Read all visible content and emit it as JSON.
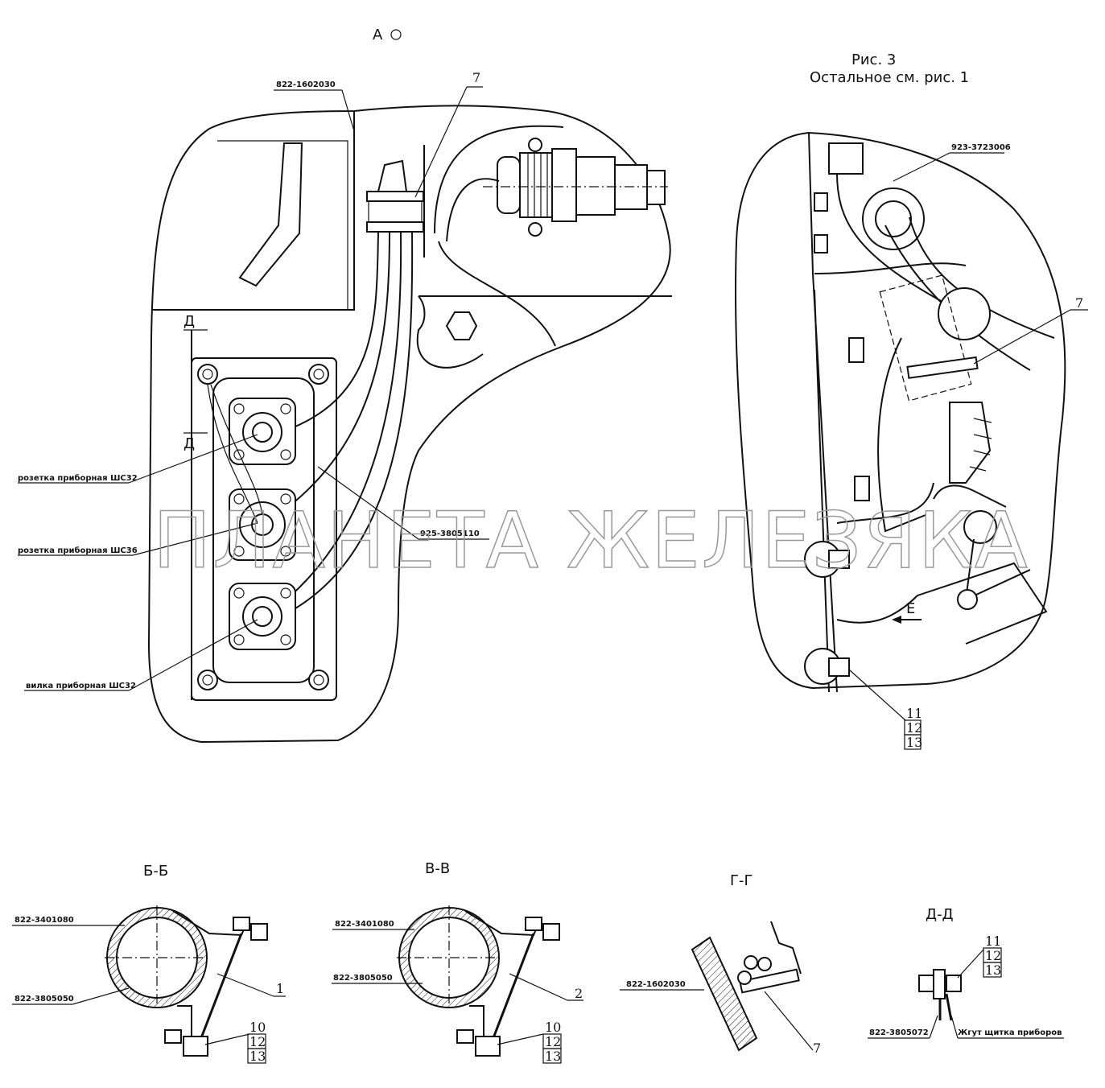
{
  "views": {
    "view_a": "А",
    "figure_caption": "Рис. 3",
    "figure_note": "Остальное см. рис. 1",
    "section_b": "Б-Б",
    "section_v": "В-В",
    "section_g": "Г-Г",
    "section_d": "Д-Д",
    "cut_mark_d": "Д",
    "arrow_e": "Е"
  },
  "view_a_labels": {
    "bracket_part": "822-1602030",
    "pos_7": "7",
    "socket_shs32": "розетка приборная ШС32",
    "socket_shs36": "розетка приборная ШС36",
    "plug_shs32": "вилка приборная ШС32",
    "panel_part": "925-3805110"
  },
  "fig3_labels": {
    "harness_part": "923-3723006",
    "pos_7": "7",
    "pos_11": "11",
    "pos_12": "12",
    "pos_13": "13"
  },
  "section_b_labels": {
    "clamp_part": "822-3401080",
    "tube_part": "822-3805050",
    "pos": "1",
    "pos_10": "10",
    "pos_12": "12",
    "pos_13": "13"
  },
  "section_v_labels": {
    "clamp_part": "822-3401080",
    "tube_part": "822-3805050",
    "pos": "2",
    "pos_10": "10",
    "pos_12": "12",
    "pos_13": "13"
  },
  "section_g_labels": {
    "bracket_part": "822-1602030",
    "pos_7": "7"
  },
  "section_d_labels": {
    "part": "822-3805072",
    "harness": "Жгут щитка приборов",
    "pos_11": "11",
    "pos_12": "12",
    "pos_13": "13"
  },
  "watermark": "ПЛАНЕТА ЖЕЛЕЗЯКА"
}
